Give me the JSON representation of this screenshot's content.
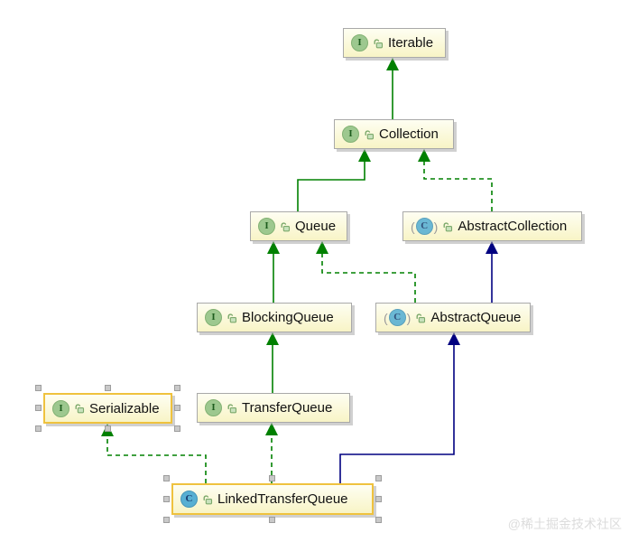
{
  "diagram": {
    "nodes": [
      {
        "id": "iterable",
        "label": "Iterable",
        "kind": "interface",
        "icon_letter": "I",
        "visibility": "public",
        "selected": false
      },
      {
        "id": "collection",
        "label": "Collection",
        "kind": "interface",
        "icon_letter": "I",
        "visibility": "public",
        "selected": false
      },
      {
        "id": "queue",
        "label": "Queue",
        "kind": "interface",
        "icon_letter": "I",
        "visibility": "public",
        "selected": false
      },
      {
        "id": "abstract-collection",
        "label": "AbstractCollection",
        "kind": "abstract-class",
        "icon_letter": "C",
        "visibility": "public",
        "selected": false
      },
      {
        "id": "blocking-queue",
        "label": "BlockingQueue",
        "kind": "interface",
        "icon_letter": "I",
        "visibility": "public",
        "selected": false
      },
      {
        "id": "abstract-queue",
        "label": "AbstractQueue",
        "kind": "abstract-class",
        "icon_letter": "C",
        "visibility": "public",
        "selected": false
      },
      {
        "id": "serializable",
        "label": "Serializable",
        "kind": "interface",
        "icon_letter": "I",
        "visibility": "public",
        "selected": true
      },
      {
        "id": "transfer-queue",
        "label": "TransferQueue",
        "kind": "interface",
        "icon_letter": "I",
        "visibility": "public",
        "selected": false
      },
      {
        "id": "linked-transfer-queue",
        "label": "LinkedTransferQueue",
        "kind": "class",
        "icon_letter": "C",
        "visibility": "public",
        "selected": true
      }
    ],
    "edges": [
      {
        "from": "Collection",
        "to": "Iterable",
        "type": "extends",
        "color": "#008000",
        "line": "solid"
      },
      {
        "from": "Queue",
        "to": "Collection",
        "type": "extends",
        "color": "#008000",
        "line": "solid"
      },
      {
        "from": "AbstractCollection",
        "to": "Collection",
        "type": "implements",
        "color": "#008000",
        "line": "dashed"
      },
      {
        "from": "BlockingQueue",
        "to": "Queue",
        "type": "extends",
        "color": "#008000",
        "line": "solid"
      },
      {
        "from": "AbstractQueue",
        "to": "Queue",
        "type": "implements",
        "color": "#008000",
        "line": "dashed"
      },
      {
        "from": "AbstractQueue",
        "to": "AbstractCollection",
        "type": "extends",
        "color": "#000080",
        "line": "solid"
      },
      {
        "from": "TransferQueue",
        "to": "BlockingQueue",
        "type": "extends",
        "color": "#008000",
        "line": "solid"
      },
      {
        "from": "LinkedTransferQueue",
        "to": "TransferQueue",
        "type": "implements",
        "color": "#008000",
        "line": "dashed"
      },
      {
        "from": "LinkedTransferQueue",
        "to": "Serializable",
        "type": "implements",
        "color": "#008000",
        "line": "dashed"
      },
      {
        "from": "LinkedTransferQueue",
        "to": "AbstractQueue",
        "type": "extends",
        "color": "#000080",
        "line": "solid"
      }
    ],
    "colors": {
      "interface_edge": "#008000",
      "class_edge": "#000080",
      "node_fill": "#FBF8D7",
      "node_border": "#A9A9A9",
      "selection_border": "#EFC23E",
      "interface_icon": "#9DC88F",
      "class_icon": "#57AFD3"
    }
  },
  "watermark": {
    "text": "@稀土掘金技术社区"
  }
}
